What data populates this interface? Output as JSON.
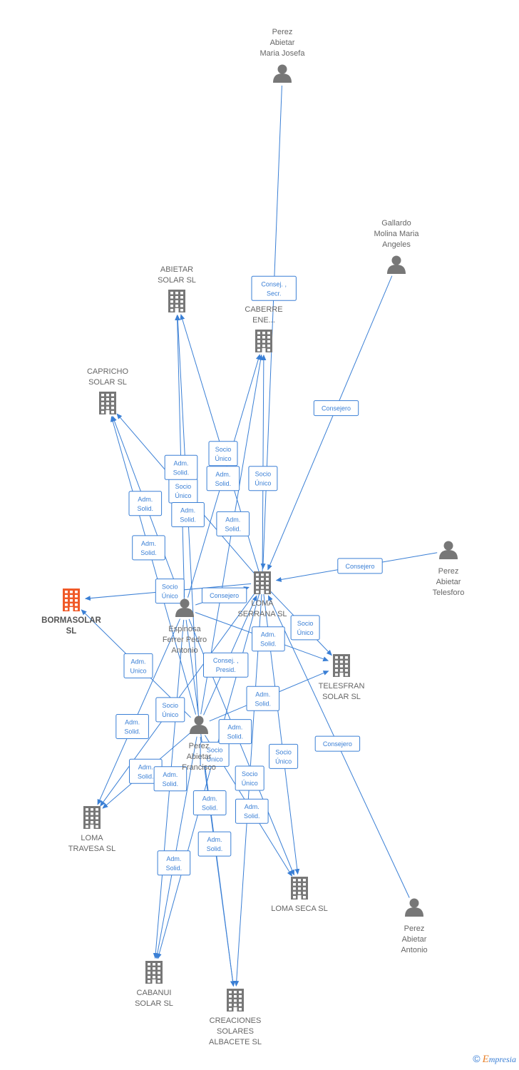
{
  "accent_color": "#3a7fd5",
  "company_color": "#777777",
  "focus_color": "#f05a28",
  "footer": {
    "copyright": "©",
    "brand_first": "E",
    "brand_rest": "mpresia"
  },
  "nodes": [
    {
      "id": "perez_maria_josefa",
      "type": "person",
      "lines": [
        "Perez",
        "Abietar",
        "Maria Josefa"
      ]
    },
    {
      "id": "gallardo",
      "type": "person",
      "lines": [
        "Gallardo",
        "Molina Maria",
        "Angeles"
      ]
    },
    {
      "id": "abietar_solar",
      "type": "company",
      "lines": [
        "ABIETAR",
        "SOLAR SL"
      ]
    },
    {
      "id": "caberre",
      "type": "company",
      "lines": [
        "CABERRE",
        "ENE..."
      ]
    },
    {
      "id": "capricho",
      "type": "company",
      "lines": [
        "CAPRICHO",
        "SOLAR SL"
      ]
    },
    {
      "id": "perez_telesforo",
      "type": "person",
      "lines": [
        "Perez",
        "Abietar",
        "Telesforo"
      ]
    },
    {
      "id": "bormasolar",
      "type": "focus",
      "lines": [
        "BORMASOLAR",
        "SL"
      ]
    },
    {
      "id": "loma_serrana",
      "type": "company",
      "lines": [
        "LOMA",
        "SERRANA SL"
      ]
    },
    {
      "id": "espinosa",
      "type": "person",
      "lines": [
        "Espinosa",
        "Ferrer Pedro",
        "Antonio"
      ]
    },
    {
      "id": "telesfran",
      "type": "company",
      "lines": [
        "TELESFRAN",
        "SOLAR SL"
      ]
    },
    {
      "id": "perez_francisco",
      "type": "person",
      "lines": [
        "Perez",
        "Abietar",
        "Francisco"
      ]
    },
    {
      "id": "loma_travesa",
      "type": "company",
      "lines": [
        "LOMA",
        "TRAVESA SL"
      ]
    },
    {
      "id": "loma_seca",
      "type": "company",
      "lines": [
        "LOMA SECA SL"
      ]
    },
    {
      "id": "perez_antonio",
      "type": "person",
      "lines": [
        "Perez",
        "Abietar",
        "Antonio"
      ]
    },
    {
      "id": "cabanui",
      "type": "company",
      "lines": [
        "CABANUI",
        "SOLAR SL"
      ]
    },
    {
      "id": "creaciones",
      "type": "company",
      "lines": [
        "CREACIONES",
        "SOLARES",
        "ALBACETE SL"
      ]
    }
  ],
  "edges": [
    {
      "from": "perez_maria_josefa",
      "to": "loma_serrana",
      "label": [
        "Consej. ,",
        "Secr."
      ]
    },
    {
      "from": "gallardo",
      "to": "loma_serrana",
      "label": [
        "Consejero"
      ]
    },
    {
      "from": "perez_telesforo",
      "to": "loma_serrana",
      "label": [
        "Consejero"
      ]
    },
    {
      "from": "perez_antonio",
      "to": "loma_serrana",
      "label": [
        "Consejero"
      ]
    },
    {
      "from": "espinosa",
      "to": "loma_serrana",
      "label": [
        "Consejero"
      ]
    },
    {
      "from": "loma_serrana",
      "to": "telesfran",
      "label": [
        "Socio",
        "Único"
      ]
    },
    {
      "from": "loma_serrana",
      "to": "caberre",
      "label": [
        "Socio",
        "Único"
      ]
    },
    {
      "from": "loma_serrana",
      "to": "abietar_solar",
      "label": [
        "Socio",
        "Único"
      ]
    },
    {
      "from": "loma_serrana",
      "to": "bormasolar",
      "label": [
        "Socio",
        "Único"
      ]
    },
    {
      "from": "loma_serrana",
      "to": "capricho",
      "label": [
        "Socio",
        "Único"
      ]
    },
    {
      "from": "loma_serrana",
      "to": "loma_travesa",
      "label": [
        "Socio",
        "Único"
      ]
    },
    {
      "from": "loma_serrana",
      "to": "loma_seca",
      "label": [
        "Socio",
        "Único"
      ]
    },
    {
      "from": "loma_serrana",
      "to": "cabanui",
      "label": [
        "Socio",
        "Único"
      ]
    },
    {
      "from": "loma_serrana",
      "to": "creaciones",
      "label": [
        "Socio",
        "Único"
      ]
    },
    {
      "from": "perez_francisco",
      "to": "abietar_solar",
      "label": [
        "Adm.",
        "Solid."
      ]
    },
    {
      "from": "perez_francisco",
      "to": "caberre",
      "label": [
        "Adm.",
        "Solid."
      ]
    },
    {
      "from": "perez_francisco",
      "to": "capricho",
      "label": [
        "Adm.",
        "Solid."
      ]
    },
    {
      "from": "perez_francisco",
      "to": "loma_serrana",
      "label": [
        "Consej. ,",
        "Presid."
      ]
    },
    {
      "from": "perez_francisco",
      "to": "telesfran",
      "label": [
        "Adm.",
        "Solid."
      ]
    },
    {
      "from": "perez_francisco",
      "to": "bormasolar",
      "label": [
        "Adm.",
        "Unico"
      ]
    },
    {
      "from": "perez_francisco",
      "to": "loma_travesa",
      "label": [
        "Adm.",
        "Solid."
      ]
    },
    {
      "from": "perez_francisco",
      "to": "loma_seca",
      "label": [
        "Adm.",
        "Solid."
      ]
    },
    {
      "from": "perez_francisco",
      "to": "cabanui",
      "label": [
        "Adm.",
        "Solid."
      ]
    },
    {
      "from": "perez_francisco",
      "to": "creaciones",
      "label": [
        "Adm.",
        "Solid."
      ]
    },
    {
      "from": "espinosa",
      "to": "abietar_solar",
      "label": [
        "Adm.",
        "Solid."
      ]
    },
    {
      "from": "espinosa",
      "to": "caberre",
      "label": [
        "Adm.",
        "Solid."
      ]
    },
    {
      "from": "espinosa",
      "to": "capricho",
      "label": [
        "Adm.",
        "Solid."
      ]
    },
    {
      "from": "espinosa",
      "to": "telesfran",
      "label": [
        "Adm.",
        "Solid."
      ]
    },
    {
      "from": "espinosa",
      "to": "loma_travesa",
      "label": [
        "Adm.",
        "Solid."
      ]
    },
    {
      "from": "espinosa",
      "to": "loma_seca",
      "label": [
        "Adm.",
        "Solid."
      ]
    },
    {
      "from": "espinosa",
      "to": "cabanui",
      "label": [
        "Adm.",
        "Solid."
      ]
    },
    {
      "from": "espinosa",
      "to": "creaciones",
      "label": [
        "Adm.",
        "Solid."
      ]
    }
  ]
}
